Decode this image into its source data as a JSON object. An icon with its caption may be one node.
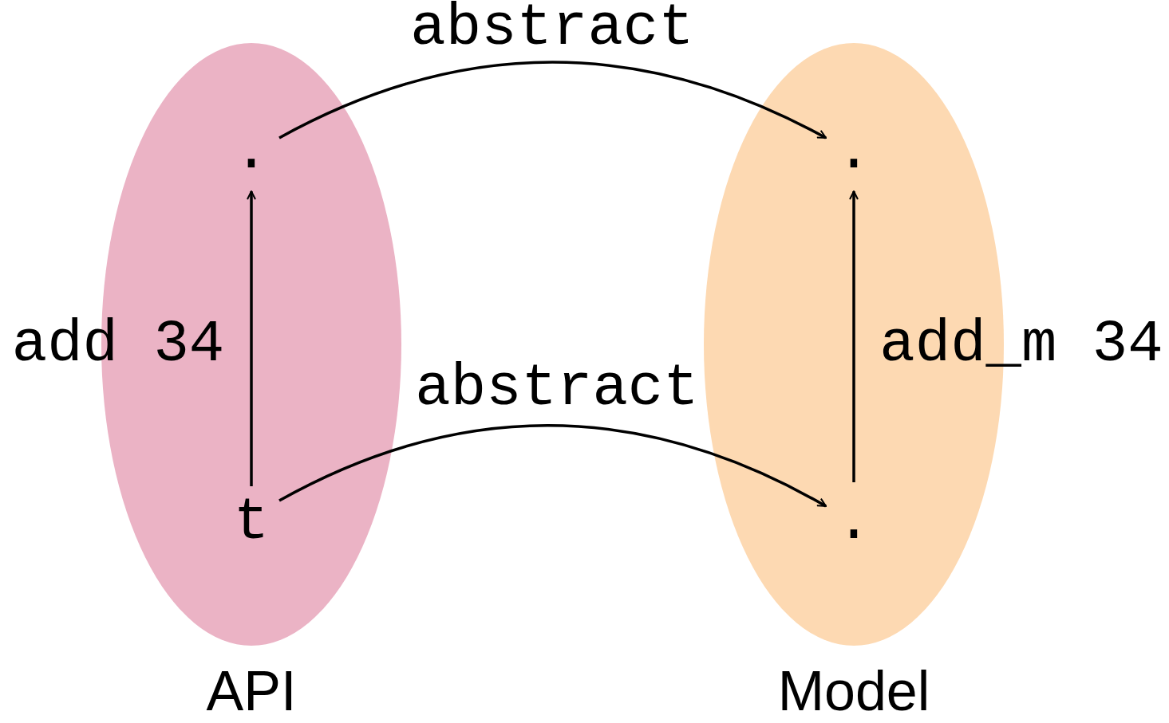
{
  "diagram": {
    "nodes": [
      {
        "text": [
          "API"
        ]
      },
      {
        "text": [
          "Model"
        ]
      },
      {
        "text": [
          "."
        ],
        "in": 0
      },
      {
        "text": [
          "t"
        ],
        "in": 0
      },
      {
        "text": [
          "."
        ],
        "in": 1
      },
      {
        "text": [
          "."
        ],
        "in": 1
      }
    ],
    "edges": [
      {
        "from": 3,
        "to": 2,
        "arrow": "to",
        "label": "add 34"
      },
      {
        "from": 2,
        "to": 4,
        "arrow": "to",
        "label": "abstract"
      },
      {
        "from": 3,
        "to": 5,
        "arrow": "to",
        "label": "abstract"
      },
      {
        "from": 5,
        "to": 4,
        "arrow": "to",
        "label": "add_m 34"
      }
    ]
  }
}
